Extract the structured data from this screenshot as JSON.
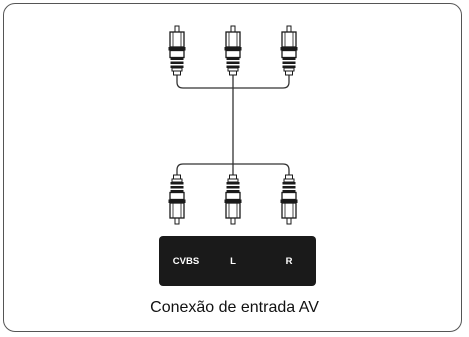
{
  "colors": {
    "connector_fill": "#ffffff",
    "connector_stroke": "#1a1a1a",
    "cable": "#333333",
    "panel": "#1a1a1a",
    "panel_text": "#ffffff"
  },
  "panel": {
    "ports": [
      {
        "label": "CVBS"
      },
      {
        "label": "L"
      },
      {
        "label": "R"
      }
    ]
  },
  "caption": "Conexão de entrada AV"
}
